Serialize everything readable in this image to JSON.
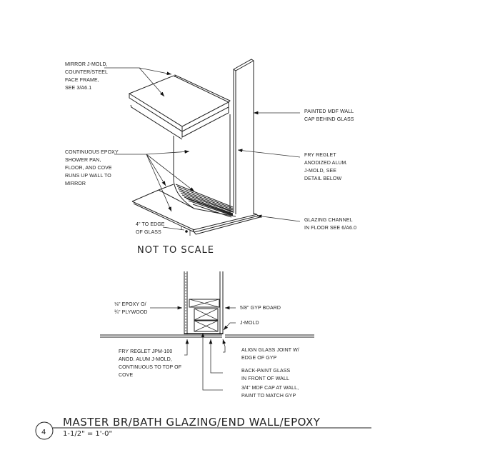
{
  "iso_detail": {
    "notes": {
      "mirror": [
        "MIRROR J-MOLD,",
        "COUNTER/STEEL",
        "FACE FRAME,",
        "SEE 3/A6.1"
      ],
      "epoxy": [
        "CONTINUOUS EPOXY",
        "SHOWER PAN,",
        "FLOOR, AND COVE",
        "RUNS UP WALL TO",
        "MIRROR"
      ],
      "mdf_cap": [
        "PAINTED MDF WALL",
        "CAP BEHIND GLASS"
      ],
      "fry_reglet": [
        "FRY REGLET",
        "ANODIZED ALUM.",
        "J-MOLD, SEE",
        "DETAIL BELOW"
      ],
      "glazing_channel": [
        "GLAZING CHANNEL",
        "IN FLOOR SEE 6/A6.0"
      ],
      "edge": [
        "4\" TO EDGE",
        "OF GLASS"
      ]
    },
    "scale_note": "NOT TO SCALE"
  },
  "section_detail": {
    "notes": {
      "epoxy_plywood": [
        "⅛\" EPOXY O/",
        "¾\" PLYWOOD"
      ],
      "gyp": "5/8\" GYP BOARD",
      "jmold": "J-MOLD",
      "fry_jpm": [
        "FRY REGLET JPM-100",
        "ANOD. ALUM J-MOLD,",
        "CONTINUOUS TO TOP OF",
        "COVE"
      ],
      "align": [
        "ALIGN GLASS JOINT W/",
        "EDGE OF GYP"
      ],
      "backpaint": [
        "BACK-PAINT GLASS",
        "IN FRONT OF WALL"
      ],
      "mdf": [
        "3/4\" MDF CAP AT WALL,",
        "PAINT TO MATCH GYP"
      ]
    }
  },
  "title_block": {
    "number": "4",
    "title": "MASTER BR/BATH GLAZING/END WALL/EPOXY",
    "scale": "1-1/2\" = 1'-0\""
  }
}
